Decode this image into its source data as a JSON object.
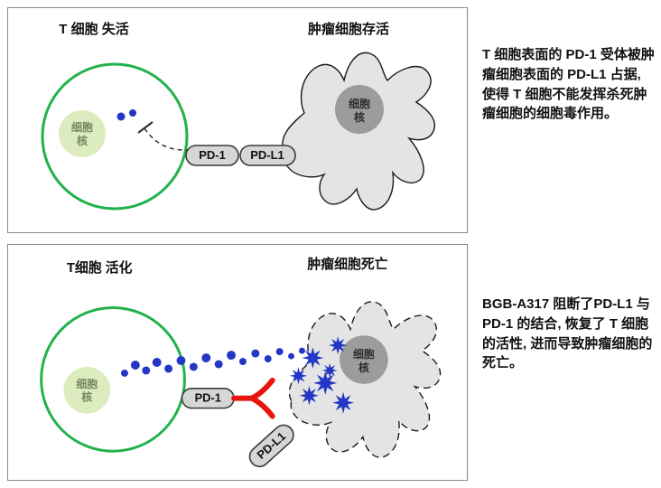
{
  "panels": {
    "top": {
      "left_title": "T 细胞 失活",
      "right_title": "肿瘤细胞存活",
      "t_nucleus_line1": "细胞",
      "t_nucleus_line2": "核",
      "tumor_nucleus_line1": "细胞",
      "tumor_nucleus_line2": "核",
      "pd1_label": "PD-1",
      "pdl1_label": "PD-L1"
    },
    "bottom": {
      "left_title": "T细胞 活化",
      "right_title": "肿瘤细胞死亡",
      "t_nucleus_line1": "细胞",
      "t_nucleus_line2": "核",
      "tumor_nucleus_line1": "细胞",
      "tumor_nucleus_line2": "核",
      "pd1_label": "PD-1",
      "pdl1_label": "PD-L1"
    }
  },
  "captions": {
    "top": "T 细胞表面的 PD-1 受体被肿瘤细胞表面的 PD-L1 占据, 使得 T 细胞不能发挥杀死肿瘤细胞的细胞毒作用。",
    "bottom": "BGB-A317 阻断了PD-L1 与 PD-1 的结合, 恢复了 T 细胞的活性, 进而导致肿瘤细胞的死亡。"
  },
  "colors": {
    "t_cell_membrane_green": "#21b24b",
    "t_cell_nucleus_green": "#dcecbe",
    "tumor_body_gray": "#e4e4e4",
    "tumor_nucleus_gray": "#9c9c9c",
    "receptor_capsule_gray": "#d6d6d6",
    "signal_blue": "#2336c4",
    "antibody_red": "#e8150c"
  }
}
